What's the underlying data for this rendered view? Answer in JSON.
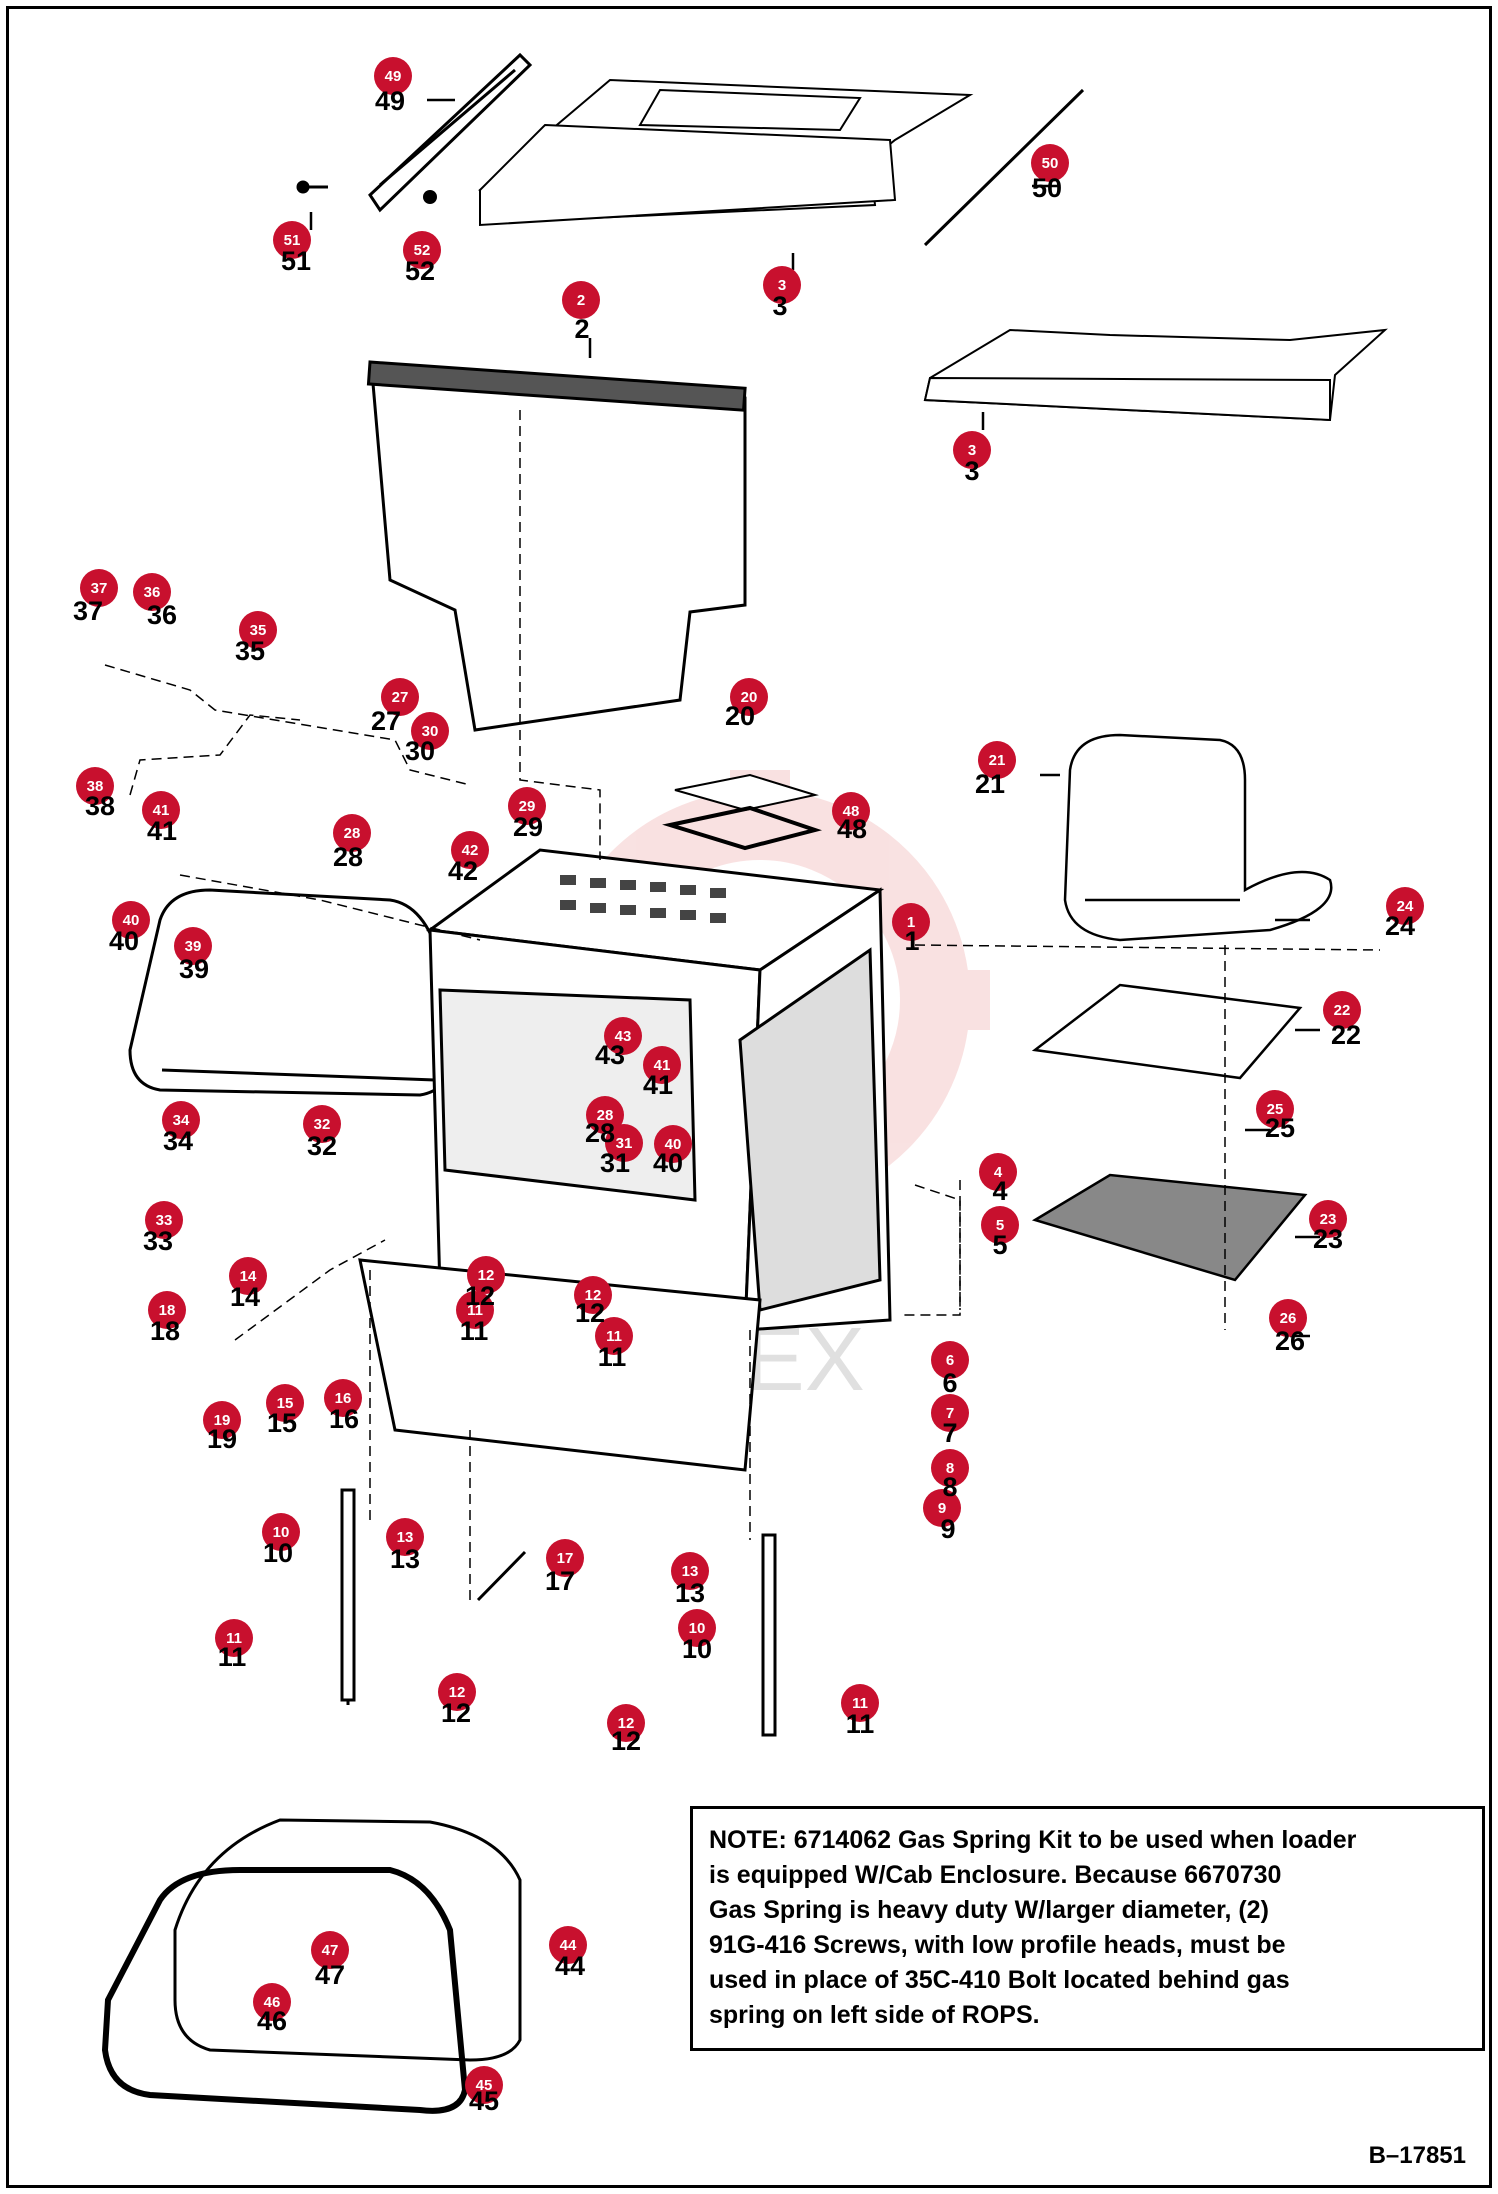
{
  "note": {
    "lines": [
      "NOTE: 6714062 Gas Spring Kit to be used when loader",
      "is equipped W/Cab Enclosure. Because 6670730",
      "Gas Spring is heavy duty W/larger diameter, (2)",
      "91G-416 Screws, with low profile heads, must be",
      "used in place of 35C-410 Bolt located behind gas",
      "spring on left side of ROPS."
    ]
  },
  "drawing_id": "B–17851",
  "watermark": "ИНТЕХ",
  "colors": {
    "badge": "#c8102e",
    "line": "#000000",
    "watermark": "#e06060"
  },
  "callouts": [
    {
      "n": "49",
      "label": "49"
    },
    {
      "n": "50",
      "label": "50"
    },
    {
      "n": "51",
      "label": "51"
    },
    {
      "n": "52",
      "label": "52"
    },
    {
      "n": "3",
      "label": "3"
    },
    {
      "n": "2",
      "label": "2"
    },
    {
      "n": "3",
      "label": "3"
    },
    {
      "n": "37",
      "label": "37"
    },
    {
      "n": "36",
      "label": "36"
    },
    {
      "n": "35",
      "label": "35"
    },
    {
      "n": "27",
      "label": "27"
    },
    {
      "n": "30",
      "label": "30"
    },
    {
      "n": "20",
      "label": "20"
    },
    {
      "n": "21",
      "label": "21"
    },
    {
      "n": "38",
      "label": "38"
    },
    {
      "n": "29",
      "label": "29"
    },
    {
      "n": "48",
      "label": "48"
    },
    {
      "n": "28",
      "label": "28"
    },
    {
      "n": "41",
      "label": "41"
    },
    {
      "n": "42",
      "label": "42"
    },
    {
      "n": "40",
      "label": "40"
    },
    {
      "n": "1",
      "label": "1"
    },
    {
      "n": "24",
      "label": "24"
    },
    {
      "n": "39",
      "label": "39"
    },
    {
      "n": "22",
      "label": "22"
    },
    {
      "n": "43",
      "label": "43"
    },
    {
      "n": "41",
      "label": "41"
    },
    {
      "n": "34",
      "label": "34"
    },
    {
      "n": "28",
      "label": "28"
    },
    {
      "n": "25",
      "label": "25"
    },
    {
      "n": "32",
      "label": "32"
    },
    {
      "n": "31",
      "label": "31"
    },
    {
      "n": "40",
      "label": "40"
    },
    {
      "n": "4",
      "label": "4"
    },
    {
      "n": "33",
      "label": "33"
    },
    {
      "n": "5",
      "label": "5"
    },
    {
      "n": "23",
      "label": "23"
    },
    {
      "n": "14",
      "label": "14"
    },
    {
      "n": "12",
      "label": "12"
    },
    {
      "n": "12",
      "label": "12"
    },
    {
      "n": "11",
      "label": "11"
    },
    {
      "n": "18",
      "label": "18"
    },
    {
      "n": "11",
      "label": "11"
    },
    {
      "n": "26",
      "label": "26"
    },
    {
      "n": "6",
      "label": "6"
    },
    {
      "n": "15",
      "label": "15"
    },
    {
      "n": "16",
      "label": "16"
    },
    {
      "n": "19",
      "label": "19"
    },
    {
      "n": "7",
      "label": "7"
    },
    {
      "n": "8",
      "label": "8"
    },
    {
      "n": "9",
      "label": "9"
    },
    {
      "n": "10",
      "label": "10"
    },
    {
      "n": "13",
      "label": "13"
    },
    {
      "n": "17",
      "label": "17"
    },
    {
      "n": "13",
      "label": "13"
    },
    {
      "n": "10",
      "label": "10"
    },
    {
      "n": "11",
      "label": "11"
    },
    {
      "n": "12",
      "label": "12"
    },
    {
      "n": "11",
      "label": "11"
    },
    {
      "n": "12",
      "label": "12"
    },
    {
      "n": "44",
      "label": "44"
    },
    {
      "n": "47",
      "label": "47"
    },
    {
      "n": "46",
      "label": "46"
    },
    {
      "n": "45",
      "label": "45"
    }
  ]
}
